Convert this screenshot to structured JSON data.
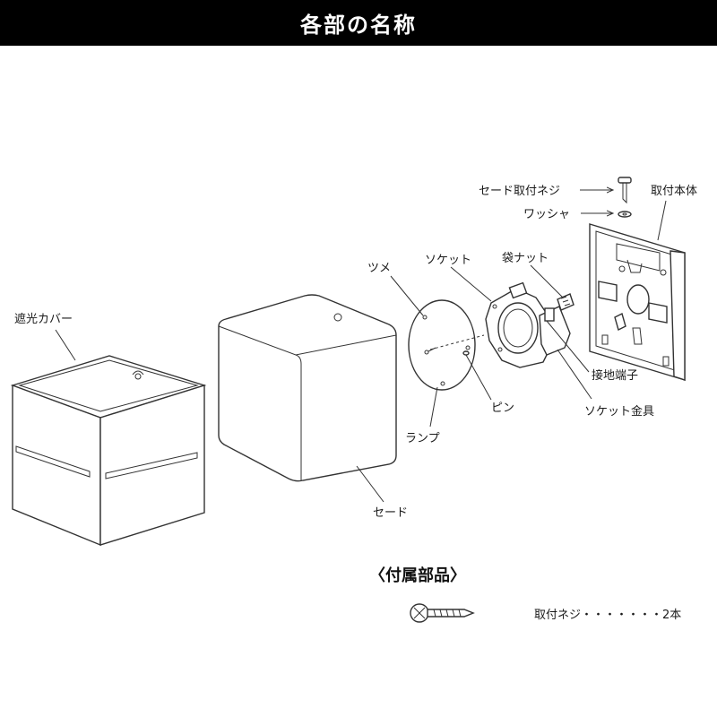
{
  "page": {
    "title": "各部の名称",
    "colors": {
      "title_band": "#000000",
      "title_text": "#ffffff",
      "line": "#333333",
      "background": "#ffffff"
    }
  },
  "parts": {
    "shade_screw": "セード取付ネジ",
    "body": "取付本体",
    "washer": "ワッシャ",
    "claw": "ツメ",
    "socket": "ソケット",
    "cap_nut": "袋ナット",
    "cover": "遮光カバー",
    "ground_terminal": "接地端子",
    "pin": "ピン",
    "socket_bracket": "ソケット金具",
    "lamp": "ランプ",
    "shade": "セード"
  },
  "accessories": {
    "heading": "〈付属部品〉",
    "items": [
      {
        "name": "取付ネジ・・・・・・・2本",
        "icon": "screw-icon"
      }
    ]
  }
}
